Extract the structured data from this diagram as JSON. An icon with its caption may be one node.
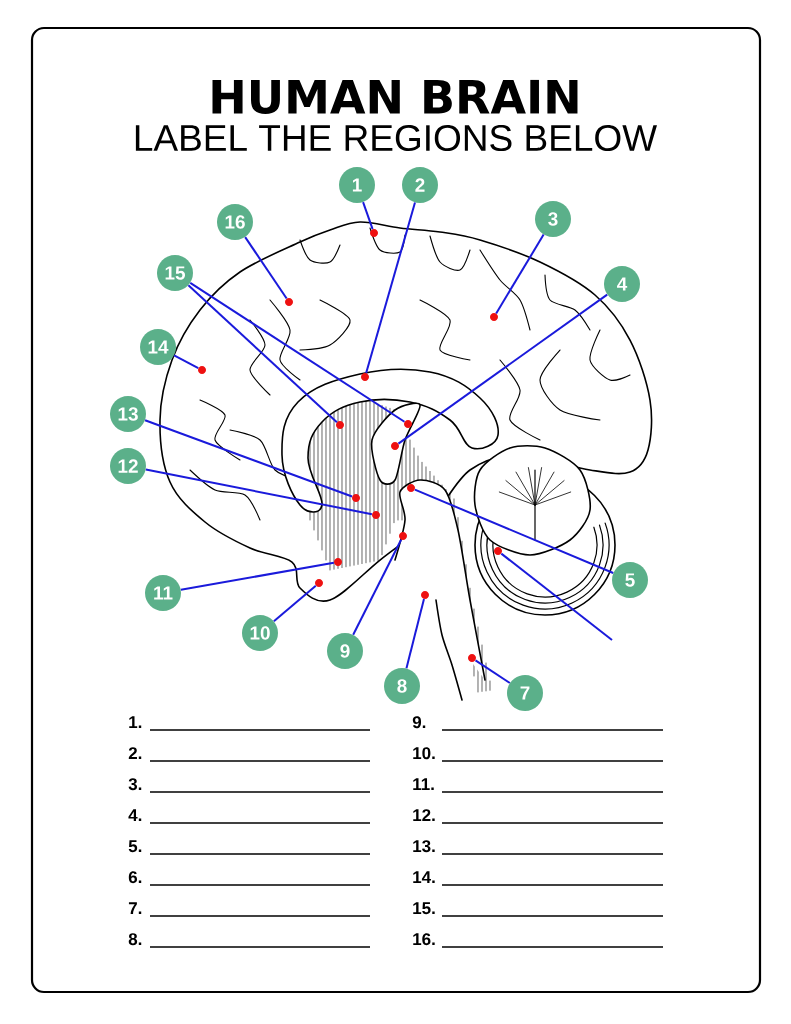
{
  "diagram": {
    "title": "HUMAN BRAIN",
    "nodes": [
      {
        "text": [
          "1"
        ]
      },
      {
        "text": [
          "2"
        ]
      },
      {
        "text": [
          "3"
        ]
      },
      {
        "text": [
          "4"
        ]
      },
      {
        "text": [
          "5"
        ]
      },
      {
        "text": [
          "7"
        ]
      },
      {
        "text": [
          "8"
        ]
      },
      {
        "text": [
          "9"
        ]
      },
      {
        "text": [
          "10"
        ]
      },
      {
        "text": [
          "11"
        ]
      },
      {
        "text": [
          "12"
        ]
      },
      {
        "text": [
          "13"
        ]
      },
      {
        "text": [
          "14"
        ]
      },
      {
        "text": [
          "15"
        ]
      },
      {
        "text": [
          "16"
        ]
      },
      {
        "text": [],
        "shape": "circle"
      },
      {
        "text": [],
        "shape": "circle"
      },
      {
        "text": [],
        "shape": "circle"
      },
      {
        "text": [],
        "shape": "circle"
      },
      {
        "text": [],
        "shape": "circle"
      },
      {
        "text": [],
        "shape": "circle"
      },
      {
        "text": [],
        "shape": "circle"
      },
      {
        "text": [],
        "shape": "circle"
      },
      {
        "text": [],
        "shape": "circle"
      },
      {
        "text": [],
        "shape": "circle"
      },
      {
        "text": [],
        "shape": "circle"
      },
      {
        "text": [],
        "shape": "circle"
      },
      {
        "text": [],
        "shape": "circle"
      },
      {
        "text": [],
        "shape": "circle"
      },
      {
        "text": [],
        "shape": "circle"
      },
      {
        "text": [],
        "shape": "circle"
      },
      {
        "text": [],
        "shape": "circle"
      }
    ],
    "edges": [
      {
        "from": 0,
        "to": 15,
        "arrow": "none"
      },
      {
        "from": 1,
        "to": 19,
        "arrow": "none"
      },
      {
        "from": 2,
        "to": 17,
        "arrow": "none"
      },
      {
        "from": 3,
        "to": 22,
        "arrow": "none"
      },
      {
        "from": 4,
        "to": 23,
        "arrow": "none"
      },
      {
        "from": null,
        "to": 27,
        "arrow": "none"
      },
      {
        "from": 5,
        "to": 31,
        "arrow": "none"
      },
      {
        "from": 6,
        "to": 30,
        "arrow": "none"
      },
      {
        "from": 7,
        "to": 26,
        "arrow": "none"
      },
      {
        "from": 8,
        "to": 29,
        "arrow": "none"
      },
      {
        "from": 9,
        "to": 28,
        "arrow": "none"
      },
      {
        "from": 10,
        "to": 25,
        "arrow": "none"
      },
      {
        "from": 11,
        "to": 24,
        "arrow": "none"
      },
      {
        "from": 12,
        "to": 18,
        "arrow": "none"
      },
      {
        "from": 13,
        "to": 20,
        "arrow": "none"
      },
      {
        "from": 13,
        "to": 21,
        "arrow": "none"
      },
      {
        "from": 14,
        "to": 16,
        "arrow": "none"
      }
    ],
    "labels": [
      "LABEL THE REGIONS BELOW",
      "1.",
      "2.",
      "3.",
      "4.",
      "5.",
      "6.",
      "7.",
      "8.",
      "9.",
      "10.",
      "11.",
      "12.",
      "13.",
      "14.",
      "15.",
      "16."
    ]
  }
}
